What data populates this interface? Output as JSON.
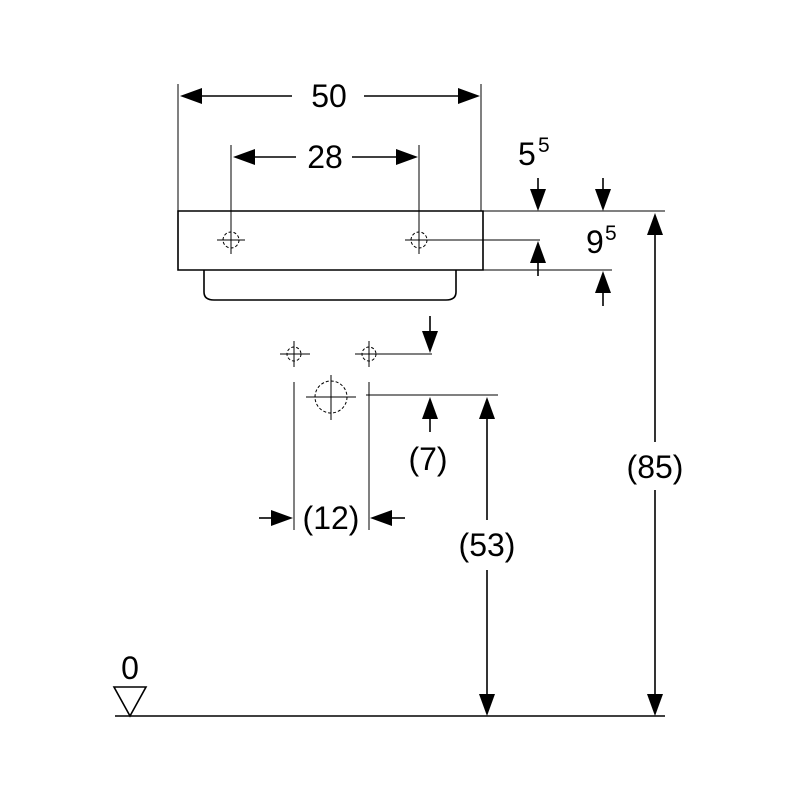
{
  "dimensions": {
    "width_total": "50",
    "tap_hole_spacing": "28",
    "tap_offset_base": "5",
    "tap_offset_sup": "5",
    "rim_height_base": "9",
    "rim_height_sup": "5",
    "height_total": "(85)",
    "waste_height": "(53)",
    "supply_offset": "(7)",
    "supply_spacing": "(12)",
    "floor_level": "0"
  }
}
